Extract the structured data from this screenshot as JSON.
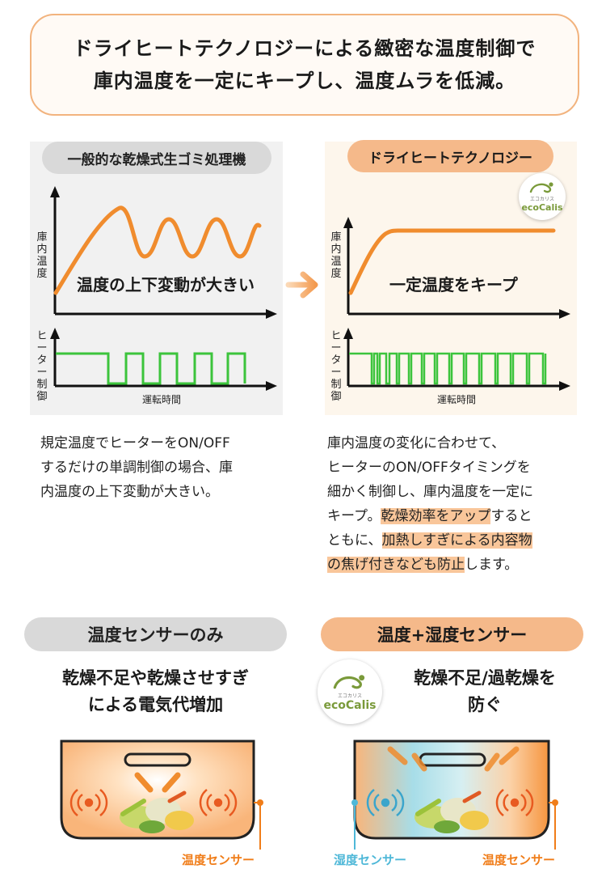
{
  "headline": {
    "line1": "ドライヒートテクノロジーによる緻密な温度制御で",
    "line2": "庫内温度を一定にキープし、温度ムラを低減。"
  },
  "comparison": {
    "left": {
      "label": "一般的な乾燥式生ゴミ処理機",
      "chart_caption": "温度の上下変動が大きい",
      "y_axis_top": [
        "庫",
        "内",
        "温",
        "度"
      ],
      "y_axis_bottom": [
        "ヒ",
        "ー",
        "タ",
        "ー",
        "制",
        "御"
      ],
      "x_axis": "運転時間",
      "description_lines": [
        "規定温度でヒーターをON/OFF",
        "するだけの単調制御の場合、庫",
        "内温度の上下変動が大きい。"
      ]
    },
    "right": {
      "label": "ドライヒートテクノロジー",
      "chart_caption": "一定温度をキープ",
      "y_axis_top": [
        "庫",
        "内",
        "温",
        "度"
      ],
      "y_axis_bottom": [
        "ヒ",
        "ー",
        "タ",
        "ー",
        "制",
        "御"
      ],
      "x_axis": "運転時間",
      "badge_small": "エコカリス",
      "badge_text": "ecoCalis",
      "desc": {
        "l1": "庫内温度の変化に合わせて、",
        "l2": "ヒーターのON/OFFタイミングを",
        "l3": "細かく制御し、庫内温度を一定に",
        "l4a": "キープ。",
        "l4b": "乾燥効率をアップ",
        "l4c": "すると",
        "l5a": "ともに、",
        "l5b": "加熱しすぎによる内容物",
        "l6a": "の焦げ付きなども防止",
        "l6b": "します。"
      }
    }
  },
  "sensors": {
    "left": {
      "label": "温度センサーのみ",
      "sub_line1": "乾燥不足や乾燥させすぎ",
      "sub_line2": "による電気代増加",
      "sensor_label": "温度センサー"
    },
    "right": {
      "label": "温度+湿度センサー",
      "sub_line1": "乾燥不足/過乾燥を",
      "sub_line2": "防ぐ",
      "badge_small": "エコカリス",
      "badge_text": "ecoCalis",
      "humidity_label": "湿度センサー",
      "temp_label": "温度センサー"
    }
  },
  "colors": {
    "orange_line": "#f08c2e",
    "green_line": "#3cc43c",
    "blue_sensor": "#4fb8d8",
    "orange_text": "#f07d19"
  }
}
